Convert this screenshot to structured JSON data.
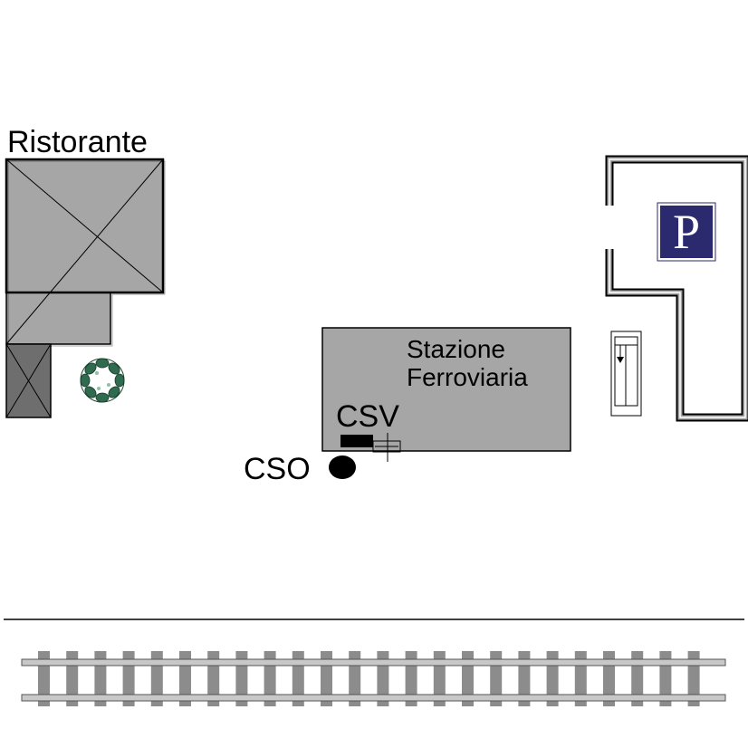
{
  "labels": {
    "restaurant": "Ristorante",
    "station_line1": "Stazione",
    "station_line2": "Ferroviaria",
    "csv": "CSV",
    "cso": "CSO",
    "parking": "P"
  },
  "colors": {
    "building_fill": "#a6a6a6",
    "annex_fill": "#6e6e6e",
    "parking_blue": "#2b2a6e",
    "rail_grey": "#8c8c8c",
    "tree_green": "#2f6b4f",
    "outline": "#000000"
  },
  "icons": {
    "parking": "parking-sign-icon",
    "tree": "tree-icon",
    "cso": "cso-marker-icon",
    "csv": "csv-marker-icon",
    "stairs": "stairs-icon"
  }
}
